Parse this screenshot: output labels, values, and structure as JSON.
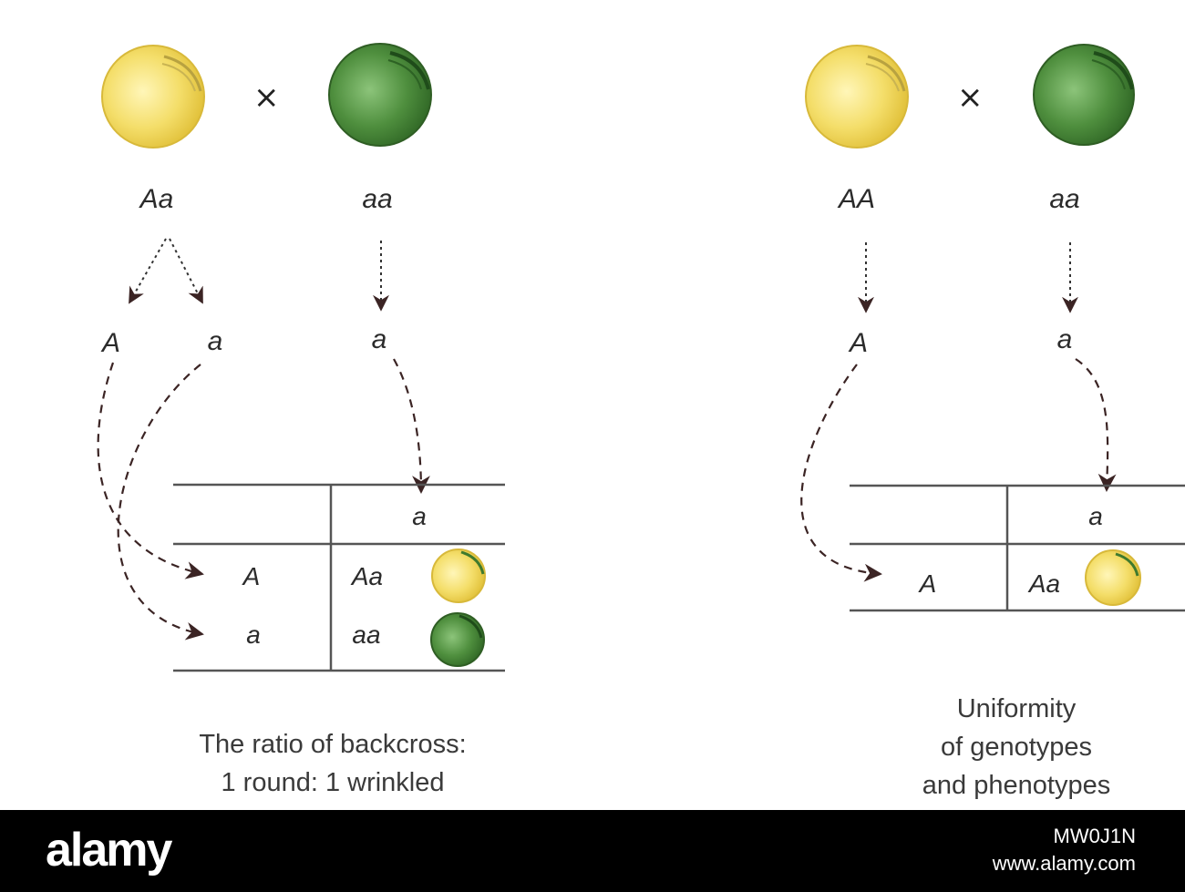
{
  "cross_symbol": "×",
  "colors": {
    "yellow_pea": "#f2dd6e",
    "green_pea": "#4f8f3e",
    "line": "#555555",
    "arrow": "#3b2424"
  },
  "backcross": {
    "parent1": {
      "genotype": "Aa",
      "phenotype_icon": "yellow-round-pea-icon"
    },
    "parent2": {
      "genotype": "aa",
      "phenotype_icon": "green-wrinkled-pea-icon"
    },
    "gametes": [
      "A",
      "a",
      "a"
    ],
    "punnett": {
      "column_header": "a",
      "rows": [
        {
          "gamete": "A",
          "offspring": "Aa",
          "icon": "yellow-round-pea-icon"
        },
        {
          "gamete": "a",
          "offspring": "aa",
          "icon": "green-wrinkled-pea-icon"
        }
      ]
    },
    "caption_lines": [
      "The ratio of  backcross:",
      "1 round: 1 wrinkled"
    ]
  },
  "testcross": {
    "parent1": {
      "genotype": "AA",
      "phenotype_icon": "yellow-round-pea-icon"
    },
    "parent2": {
      "genotype": "aa",
      "phenotype_icon": "green-wrinkled-pea-icon"
    },
    "gametes": [
      "A",
      "a"
    ],
    "punnett": {
      "column_header": "a",
      "rows": [
        {
          "gamete": "A",
          "offspring": "Aa",
          "icon": "yellow-round-pea-icon"
        }
      ]
    },
    "caption_lines": [
      "Uniformity",
      "of genotypes",
      "and phenotypes"
    ]
  },
  "footer": {
    "brand": "alamy",
    "image_id": "MW0J1N",
    "url": "www.alamy.com"
  }
}
